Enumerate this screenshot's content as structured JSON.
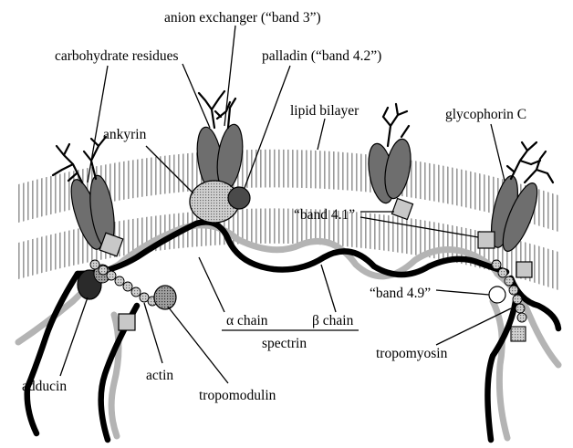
{
  "labels": {
    "anion_exchanger": "anion exchanger (“band 3”)",
    "carbohydrate_residues": "carbohydrate residues",
    "palladin": "palladin (“band 4.2”)",
    "lipid_bilayer": "lipid bilayer",
    "ankyrin": "ankyrin",
    "glycophorin_c": "glycophorin C",
    "band_4_1": "“band 4.1”",
    "band_4_9": "“band 4.9”",
    "alpha_chain": "α chain",
    "beta_chain": "β chain",
    "spectrin": "spectrin",
    "tropomyosin": "tropomyosin",
    "adducin": "adducin",
    "actin": "actin",
    "tropomodulin": "tropomodulin"
  },
  "colors": {
    "spectrin_black": "#000000",
    "spectrin_gray": "#b4b4b4",
    "protein_fill": "#6e6e6e",
    "ankyrin_fill": "#a8a8a8",
    "palladin_fill": "#4a4a4a",
    "band41_fill": "#c8c8c8",
    "adducin_fill": "#2a2a2a",
    "bilayer_hatch": "#9a9a9a"
  }
}
